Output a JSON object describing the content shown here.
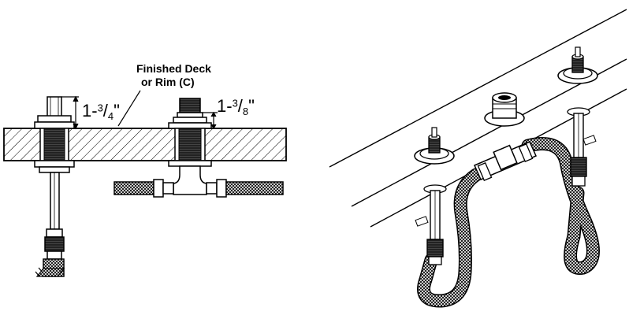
{
  "callout": {
    "line1": "Finished Deck",
    "line2": "or Rim (C)"
  },
  "dimension_left": {
    "whole": "1-",
    "numerator": "3",
    "denominator": "4",
    "unit": "\""
  },
  "dimension_right": {
    "whole": "1-",
    "numerator": "3",
    "denominator": "8",
    "unit": "\""
  }
}
